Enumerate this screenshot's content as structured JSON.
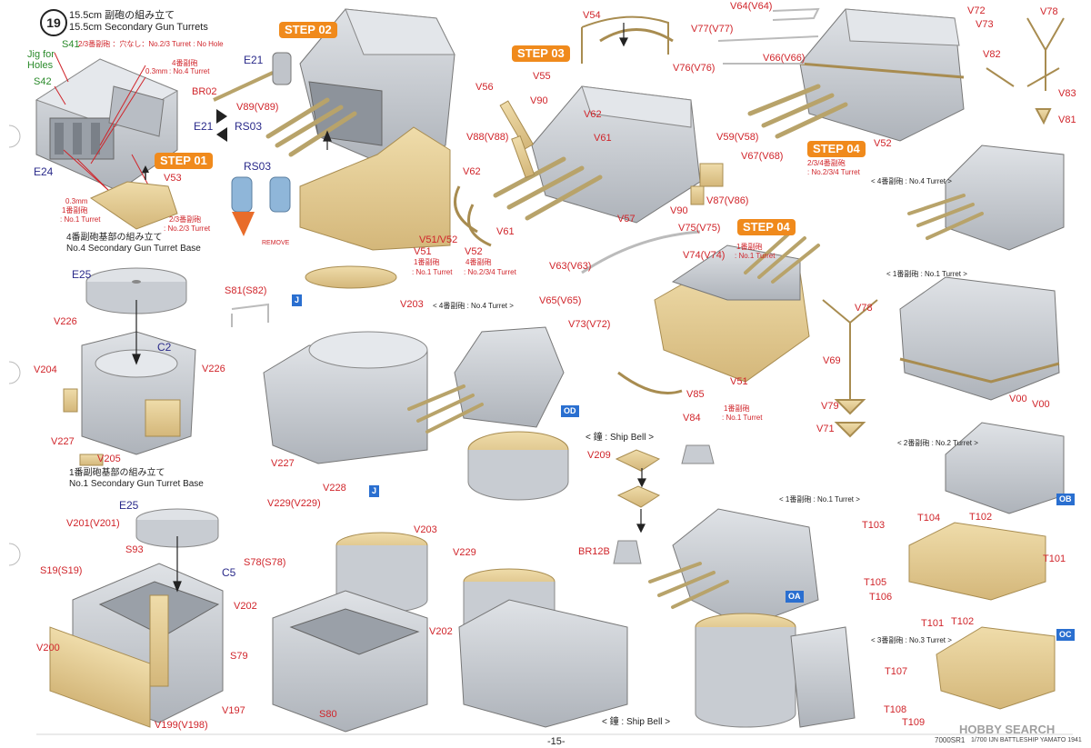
{
  "step_number": "19",
  "title_ja": "15.5cm 副砲の組み立て",
  "title_en": "15.5cm Secondary Gun Turrets",
  "hole_note": "2/3番副砲 ：穴なし：No.2/3 Turret : No Hole",
  "steps": {
    "s01": "STEP 01",
    "s02": "STEP 02",
    "s03": "STEP 03",
    "s04a": "STEP 04",
    "s04b": "STEP 04"
  },
  "jig": {
    "line1": "Jig for",
    "line2": "Holes"
  },
  "notes": {
    "no4_ja": "4番副砲",
    "mm_a": "0.3mm",
    "no4_en": ": No.4 Turret",
    "mm_b": "0.3mm",
    "no1_ja": "1番副砲",
    "no1_en": ": No.1 Turret",
    "no23_ja": "2/3番副砲",
    "no23_en": ": No.2/3 Turret",
    "remove": "REMOVE",
    "v51_ja": "1番副砲",
    "v51_en": ": No.1 Turret",
    "v52_ja": "4番副砲",
    "v52_en": ": No.2/3/4 Turret",
    "v74_ja": "1番副砲",
    "v74_en": ": No.1 Turret",
    "v84_ja": "1番副砲",
    "v84_en": ": No.1 Turret",
    "r04_l1": "2/3/4番副砲",
    "r04_l2": ": No.2/3/4 Turret"
  },
  "section_no4_base": {
    "ja": "4番副砲基部の組み立て",
    "en": "No.4 Secondary Gun Turret Base"
  },
  "section_no1_base": {
    "ja": "1番副砲基部の組み立て",
    "en": "No.1 Secondary Gun Turret Base"
  },
  "turret_captions": {
    "no4_mid": "< 4番副砲 : No.4 Turret >",
    "no4_right": "< 4番副砲 : No.4 Turret >",
    "no1_right": "< 1番副砲 : No.1 Turret >",
    "no2_right": "< 2番副砲 : No.2 Turret >",
    "no1_bottom": "< 1番副砲 : No.1 Turret >",
    "no3_right": "< 3番副砲 : No.3 Turret >"
  },
  "ship_bell_top": "< 鐘 : Ship Bell >",
  "ship_bell_bottom": "< 鐘 : Ship Bell >",
  "badges": {
    "j1": "J",
    "j2": "J",
    "od": "OD",
    "ob": "OB",
    "oa": "OA",
    "oc": "OC"
  },
  "parts": {
    "S41": "S41",
    "S42": "S42",
    "E24": "E24",
    "V53": "V53",
    "E21": "E21",
    "BR02": "BR02",
    "V89": "V89(V89)",
    "E21b": "E21",
    "RS03a": "RS03",
    "RS03b": "RS03",
    "V51_52": "V51/V52",
    "V51": "V51",
    "V52": "V52",
    "V54": "V54",
    "V55": "V55",
    "V56": "V56",
    "V90a": "V90",
    "V88": "V88(V88)",
    "V62a": "V62",
    "V61a": "V61",
    "V62b": "V62",
    "V61b": "V61",
    "V57": "V57",
    "V90b": "V90",
    "V59": "V59(V58)",
    "V67": "V67(V68)",
    "V87": "V87(V86)",
    "V64": "V64(V64)",
    "V77": "V77(V77)",
    "V66": "V66(V66)",
    "V76": "V76(V76)",
    "V72": "V72",
    "V73": "V73",
    "V52b": "V52",
    "V78a": "V78",
    "V82": "V82",
    "V83": "V83",
    "V81": "V81",
    "V75": "V75(V75)",
    "V74": "V74(V74)",
    "V63": "V63(V63)",
    "V65": "V65(V65)",
    "V73b": "V73(V72)",
    "V51b": "V51",
    "V85": "V85",
    "V84": "V84",
    "V78b": "V78",
    "V69": "V69",
    "V79": "V79",
    "V71": "V71",
    "E25a": "E25",
    "C2": "C2",
    "V226a": "V226",
    "V204": "V204",
    "V226b": "V226",
    "V227a": "V227",
    "V205": "V205",
    "S81": "S81(S82)",
    "V203a": "V203",
    "V227b": "V227",
    "V209": "V209",
    "BR12B": "BR12B",
    "V00a": "V00",
    "V00b": "V00",
    "T103": "T103",
    "T104": "T104",
    "T102a": "T102",
    "T101a": "T101",
    "T105": "T105",
    "T106": "T106",
    "T101b": "T101",
    "T102b": "T102",
    "T107": "T107",
    "T108": "T108",
    "T109": "T109",
    "E25b": "E25",
    "C5": "C5",
    "V201": "V201(V201)",
    "S93": "S93",
    "S19": "S19(S19)",
    "V200": "V200",
    "V199": "V199(V198)",
    "V229a": "V229(V229)",
    "V228": "V228",
    "V203b": "V203",
    "V229b": "V229",
    "S78": "S78(S78)",
    "V202a": "V202",
    "V202b": "V202",
    "S79": "S79",
    "V197": "V197",
    "S80": "S80"
  },
  "footer": {
    "page": "-15-",
    "code": "7000SR1",
    "product": "1/700 IJN BATTLESHIP YAMATO 1941",
    "watermark": "HOBBY SEARCH"
  },
  "colors": {
    "red_label": "#d0242a",
    "blue_label": "#2a2a8a",
    "step_orange": "#f08a1c",
    "badge_blue": "#2a6fd0",
    "grey_part": "#c8ccd2",
    "brass": "#e6cf9a"
  }
}
